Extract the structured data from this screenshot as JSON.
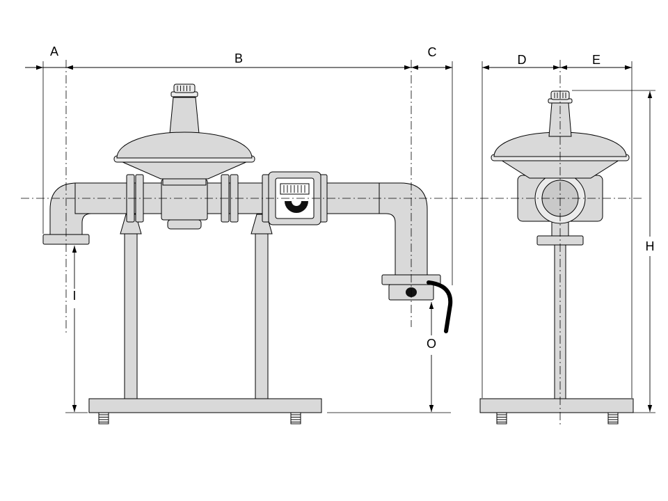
{
  "drawing": {
    "dimension_labels": {
      "A": "A",
      "B": "B",
      "C": "C",
      "D": "D",
      "E": "E",
      "H": "H",
      "I": "I",
      "O": "O"
    },
    "colors": {
      "background": "#ffffff",
      "line": "#000000",
      "metal_fill": "#d9d9d9",
      "metal_light": "#ebebeb",
      "metal_dark": "#c9c9c9",
      "gauge_black": "#111111",
      "display_white": "#ffffff"
    }
  }
}
